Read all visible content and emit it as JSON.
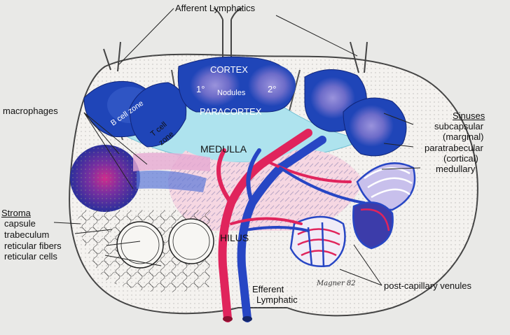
{
  "labels": {
    "afferent_lymphatics": "Afferent Lymphatics",
    "cortex": "CORTEX",
    "nodules": "Nodules",
    "primary": "1°",
    "secondary": "2°",
    "paracortex": "PARACORTEX",
    "b_cell_zone": "B cell zone",
    "t_cell": "T cell",
    "zone": "zone",
    "medulla": "MEDULLA",
    "hilus": "HILUS",
    "macrophages": "macrophages",
    "stroma_heading": "Stroma",
    "stroma_items": [
      "capsule",
      "trabeculum",
      "reticular fibers",
      "reticular cells"
    ],
    "sinuses_heading": "Sinuses",
    "sinus_subcapsular": "subcapsular",
    "sinus_marginal": "(marginal)",
    "sinus_paratrabecular": "paratrabecular",
    "sinus_cortical": "(cortical)",
    "sinus_medullary": "medullary",
    "efferent": "Efferent",
    "lymphatic": "Lymphatic",
    "post_capillary": "post-capillary venules",
    "signature": "Magner 82"
  },
  "colors": {
    "background": "#e9e9e7",
    "capsule": "#f3f1ee",
    "cortex_blue": "#1f45b8",
    "nodule_center": "#8f88d6",
    "paracortex": "#aee3ee",
    "medulla_pink": "#f4c6d6",
    "artery": "#e0245c",
    "vein": "#2746c4",
    "line": "#222222"
  }
}
